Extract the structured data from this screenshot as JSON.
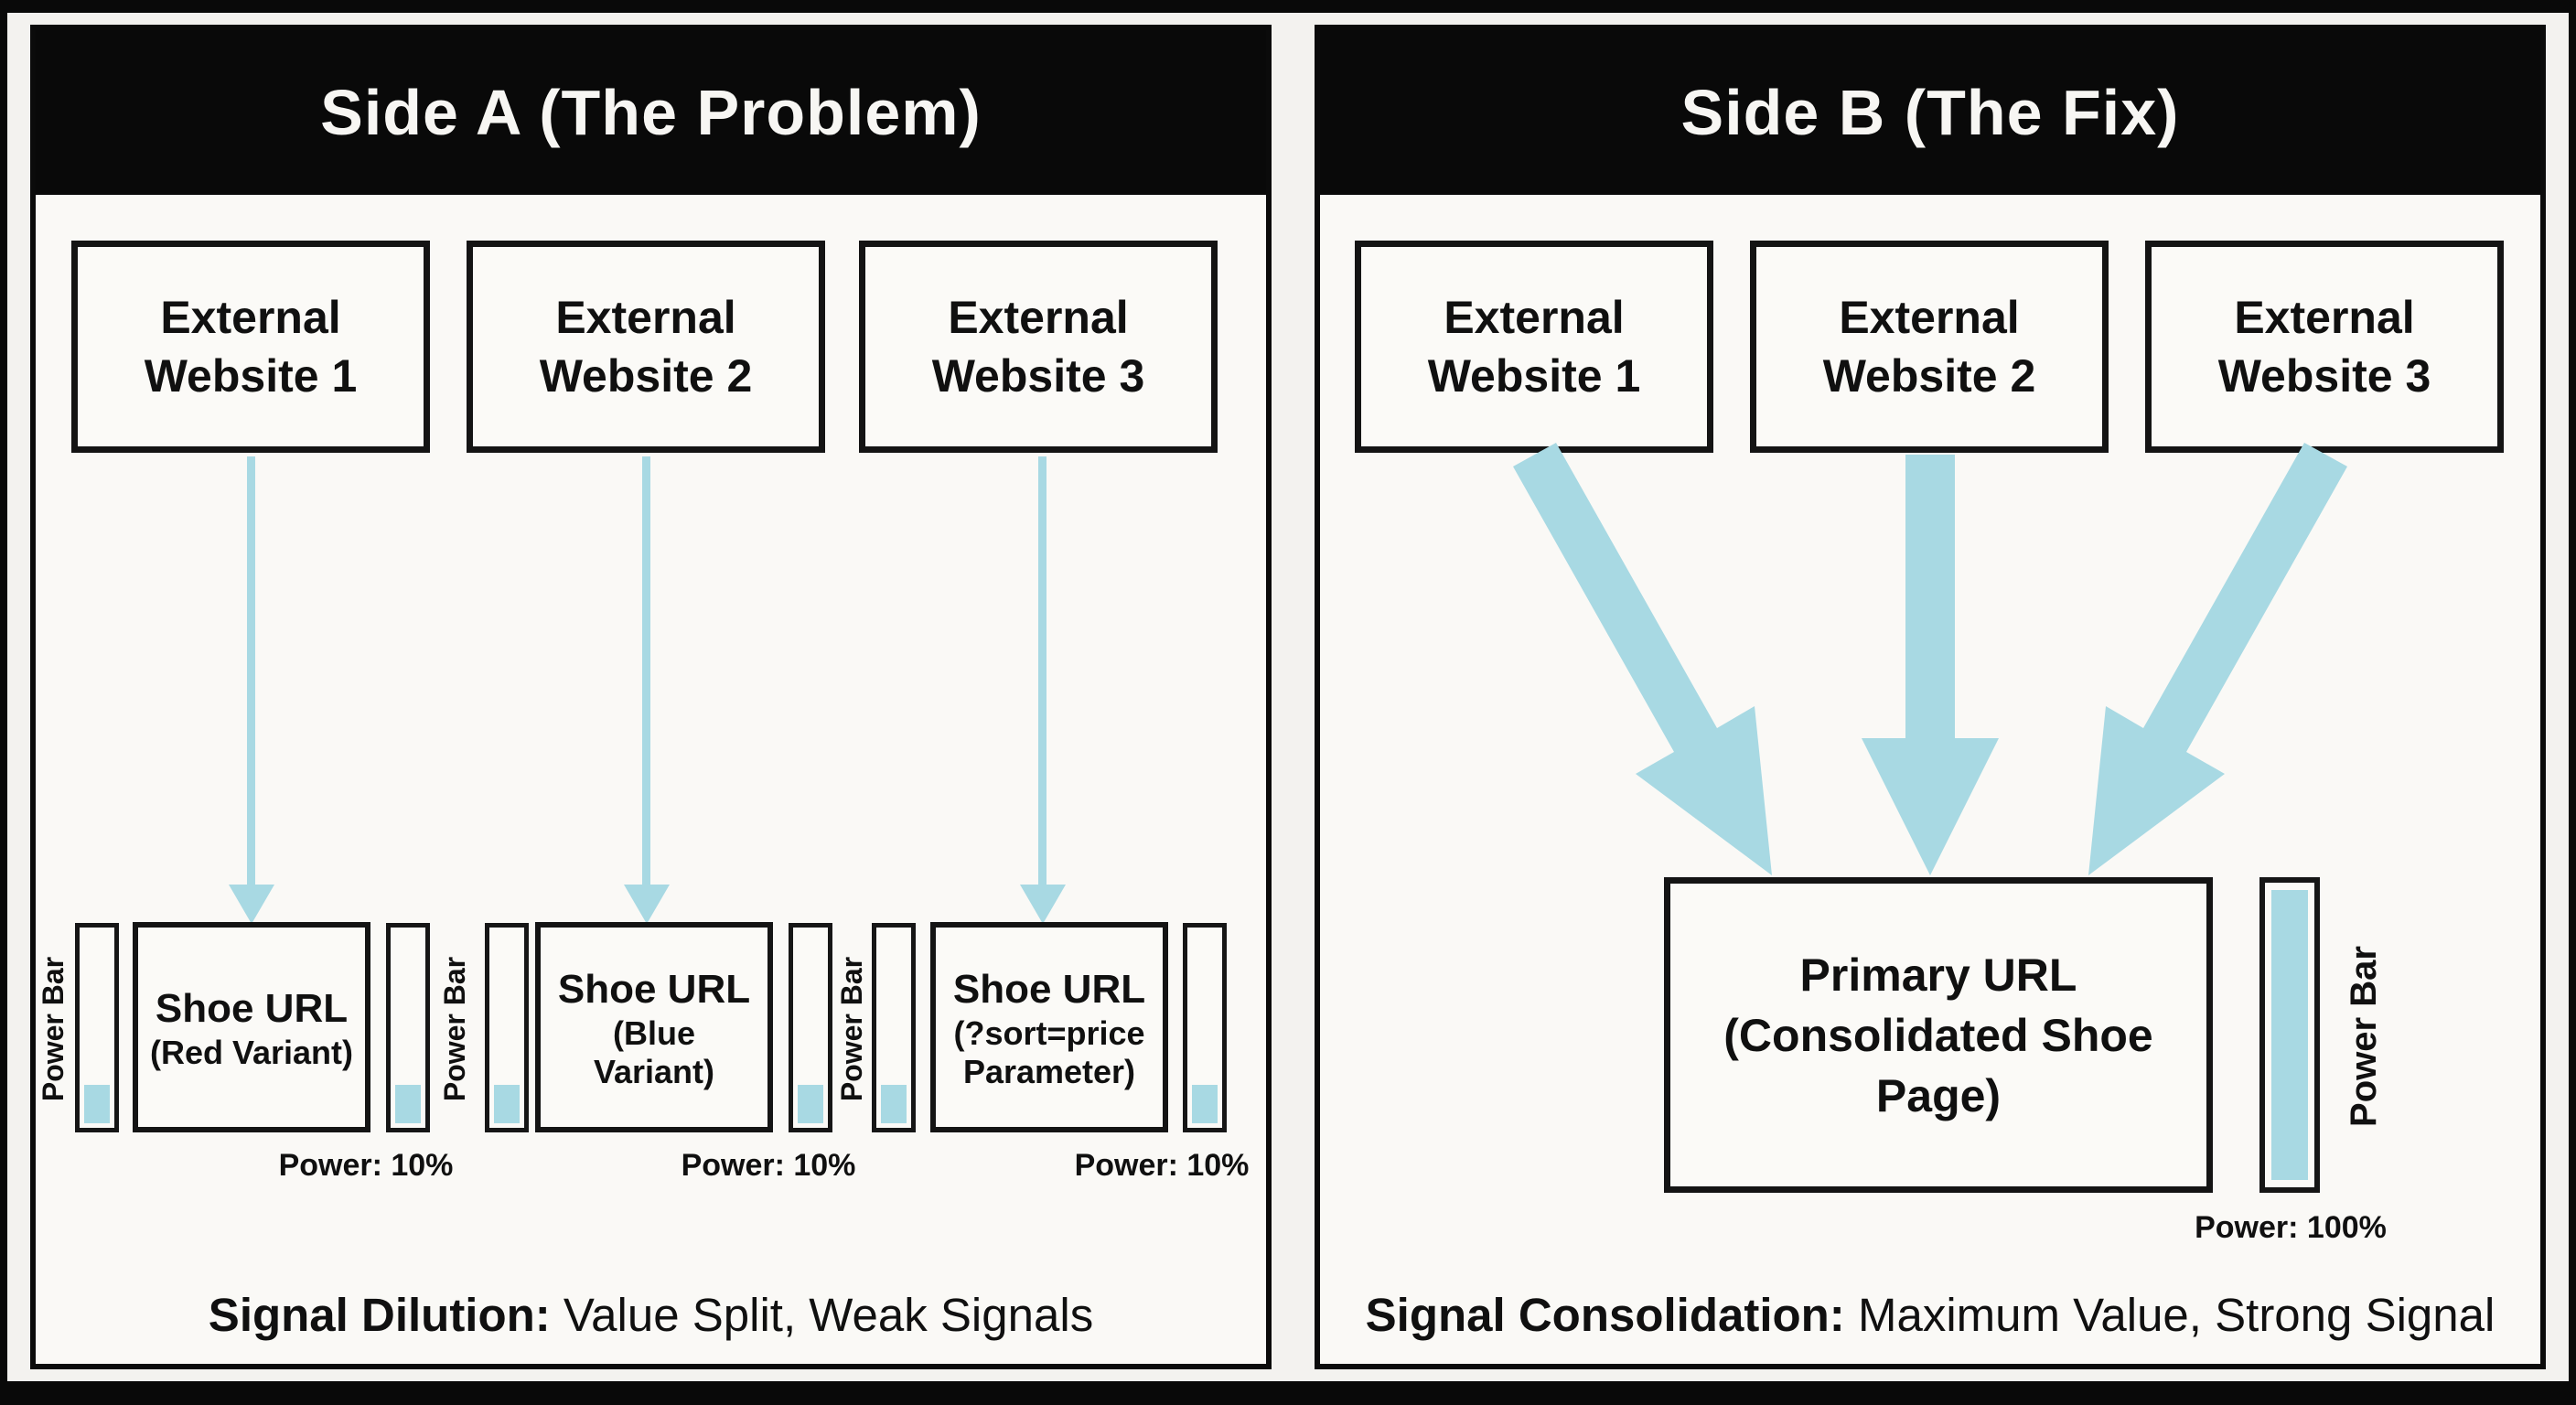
{
  "colors": {
    "accent": "#a8d9e3",
    "frame": "#090909"
  },
  "panels": {
    "a": {
      "title": "Side A (The Problem)",
      "sources": [
        "External Website 1",
        "External Website 2",
        "External Website 3"
      ],
      "targets": [
        {
          "label": "Shoe URL",
          "sublabel": "(Red Variant)",
          "bar_label": "Power Bar",
          "power_label": "Power: 10%"
        },
        {
          "label": "Shoe URL",
          "sublabel": "(Blue Variant)",
          "bar_label": "Power Bar",
          "power_label": "Power: 10%"
        },
        {
          "label": "Shoe URL",
          "sublabel": "(?sort=price Parameter)",
          "bar_label": "Power Bar",
          "power_label": "Power: 10%"
        }
      ],
      "caption_strong": "Signal Dilution:",
      "caption_rest": " Value Split, Weak Signals"
    },
    "b": {
      "title": "Side B (The Fix)",
      "sources": [
        "External Website 1",
        "External Website 2",
        "External Website 3"
      ],
      "target": {
        "label": "Primary URL",
        "sublabel": "(Consolidated Shoe Page)",
        "bar_label": "Power Bar",
        "power_label": "Power: 100%"
      },
      "caption_strong": "Signal Consolidation:",
      "caption_rest": " Maximum Value, Strong Signal"
    }
  }
}
